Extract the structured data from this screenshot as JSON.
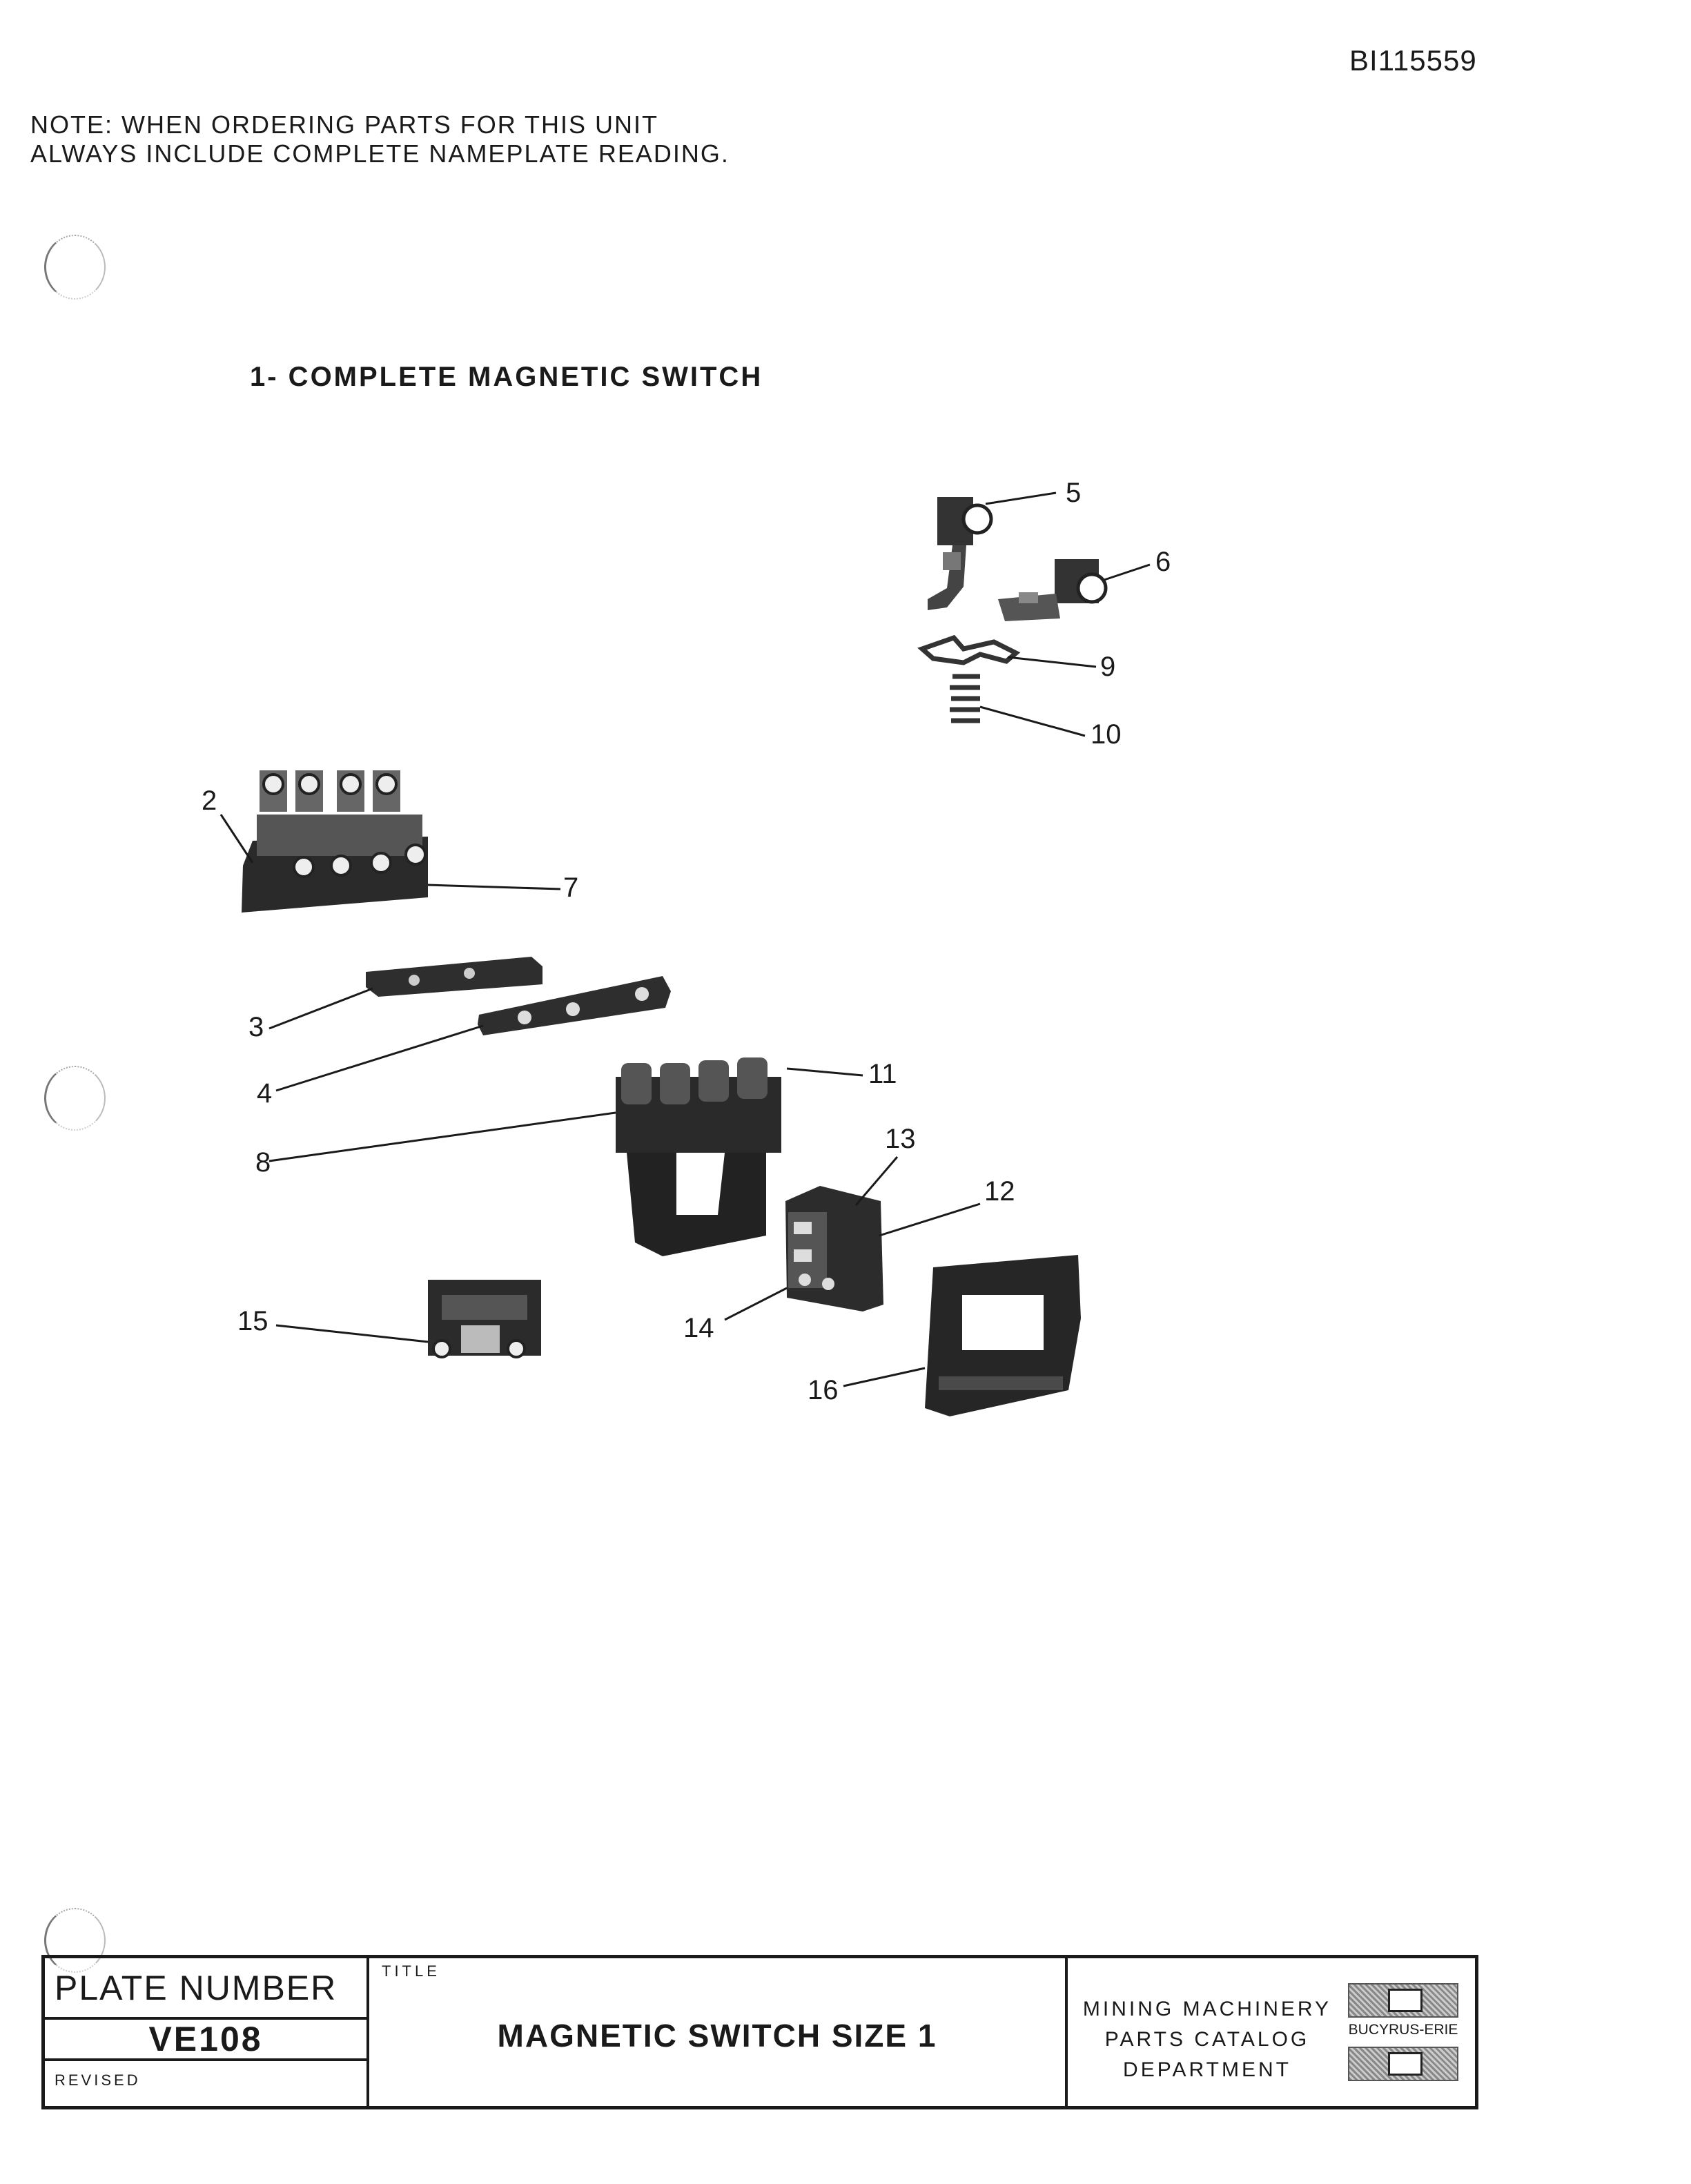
{
  "header": {
    "doc_id": "BI115559",
    "note_line1": "NOTE:  WHEN ORDERING PARTS FOR THIS UNIT",
    "note_line2": "ALWAYS INCLUDE COMPLETE NAMEPLATE READING."
  },
  "diagram": {
    "caption": "1- COMPLETE MAGNETIC SWITCH",
    "callouts": {
      "c2": "2",
      "c3": "3",
      "c4": "4",
      "c5": "5",
      "c6": "6",
      "c7": "7",
      "c8": "8",
      "c9": "9",
      "c10": "10",
      "c11": "11",
      "c12": "12",
      "c13": "13",
      "c14": "14",
      "c15": "15",
      "c16": "16"
    }
  },
  "title_block": {
    "plate_number_label": "PLATE NUMBER",
    "plate_number": "VE108",
    "revised_label": "REVISED",
    "title_label": "TITLE",
    "title": "MAGNETIC SWITCH SIZE 1",
    "dept_line1": "MINING MACHINERY",
    "dept_line2": "PARTS CATALOG",
    "dept_line3": "DEPARTMENT",
    "logo_text": "BUCYRUS-ERIE"
  }
}
